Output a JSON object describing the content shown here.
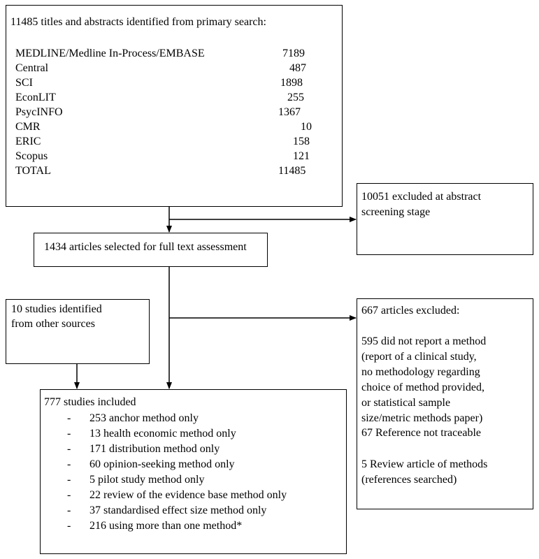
{
  "primary_search": {
    "heading": "11485 titles and abstracts identified from primary search:",
    "rows": [
      {
        "name": "MEDLINE/Medline In-Process/EMBASE",
        "count": "7189"
      },
      {
        "name": "Central",
        "count": "487"
      },
      {
        "name": "SCI",
        "count": "1898"
      },
      {
        "name": "EconLIT",
        "count": "255"
      },
      {
        "name": "PsycINFO",
        "count": "1367"
      },
      {
        "name": "CMR",
        "count": "10"
      },
      {
        "name": "ERIC",
        "count": "158"
      },
      {
        "name": "Scopus",
        "count": "121"
      },
      {
        "name": "TOTAL",
        "count": "11485"
      }
    ]
  },
  "abstract_excluded": {
    "line1": "10051 excluded at abstract",
    "line2": "screening stage"
  },
  "full_text": {
    "label": "1434 articles selected for full text assessment"
  },
  "other_sources": {
    "line1": "10 studies identified",
    "line2": "from other sources"
  },
  "excluded": {
    "heading": "667 articles excluded:",
    "reason1": [
      "595 did not report a method",
      "(report of a clinical study,",
      "no methodology regarding",
      "choice of method provided,",
      "or statistical sample",
      "size/metric methods paper)"
    ],
    "reason2": "67 Reference not traceable",
    "reason3": [
      "5 Review article of methods",
      "(references searched)"
    ]
  },
  "included": {
    "heading": "777 studies included",
    "bullet": "-",
    "items": [
      "253 anchor method only",
      "13 health economic method only",
      "171 distribution method only",
      "60 opinion-seeking method only",
      "5 pilot study method  only",
      "22 review of the evidence base method only",
      "37 standardised effect size method only",
      "216 using more than one method*"
    ]
  }
}
